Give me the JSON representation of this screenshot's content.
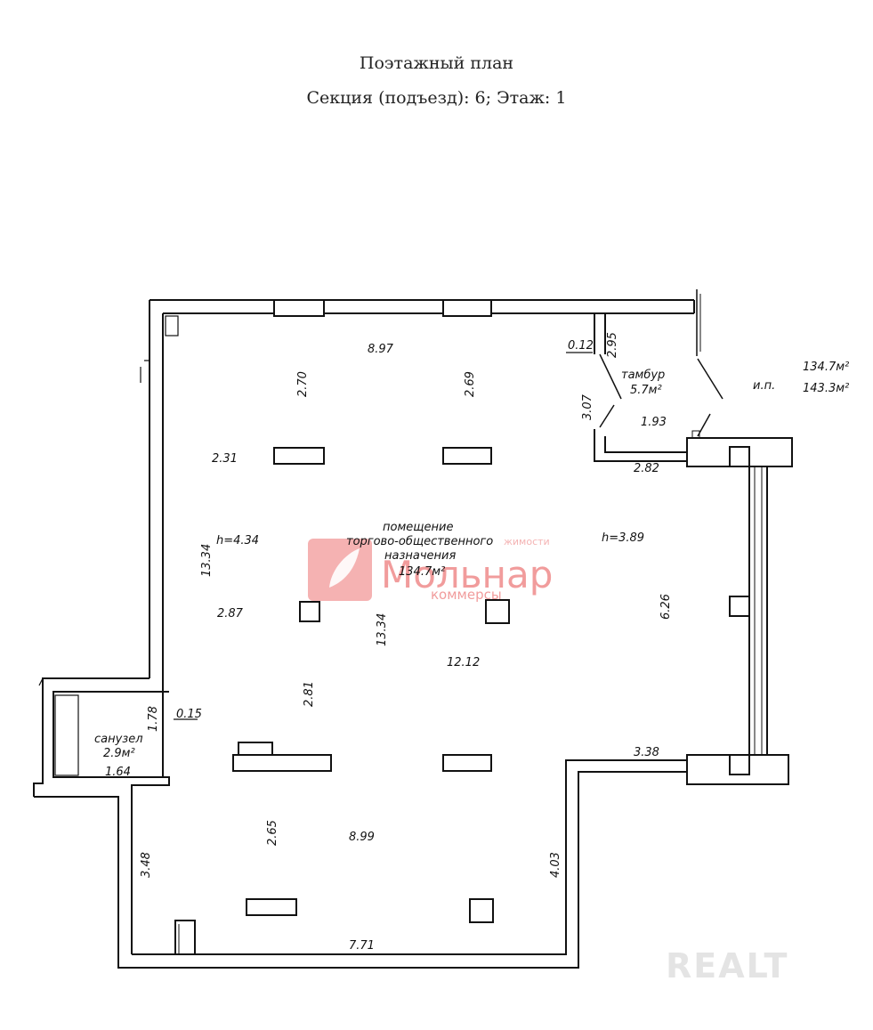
{
  "header": {
    "title": "Поэтажный план",
    "subtitle": "Секция (подъезд): 6;   Этаж: 1"
  },
  "plan": {
    "main_room": {
      "line1": "помещение",
      "line2": "торгово-общественного",
      "line3": "назначения",
      "area": "134.7м²"
    },
    "vestibule": {
      "name": "тамбур",
      "area": "5.7м²"
    },
    "bathroom": {
      "name": "санузел",
      "area": "2.9м²"
    },
    "totals": {
      "label": "и.п.",
      "area1": "134.7м²",
      "area2": "143.3м²"
    },
    "heights": {
      "left": "h=4.34",
      "right": "h=3.89"
    },
    "dims": {
      "d_8_97": "8.97",
      "d_2_70": "2.70",
      "d_2_69": "2.69",
      "d_0_12": "0.12",
      "d_2_95": "2.95",
      "d_3_07": "3.07",
      "d_1_93": "1.93",
      "d_2_82": "2.82",
      "d_2_31": "2.31",
      "d_13_34_left": "13.34",
      "d_2_87": "2.87",
      "d_13_34_center": "13.34",
      "d_12_12": "12.12",
      "d_6_26": "6.26",
      "d_2_81": "2.81",
      "d_1_78": "1.78",
      "d_0_15": "0.15",
      "d_1_64": "1.64",
      "d_3_38": "3.38",
      "d_3_48": "3.48",
      "d_2_65": "2.65",
      "d_8_99": "8.99",
      "d_4_03": "4.03",
      "d_7_71": "7.71"
    }
  },
  "watermark": {
    "brand": "Мольнар",
    "sub": "коммерсы",
    "top": "жимости",
    "realt": "REALT"
  }
}
